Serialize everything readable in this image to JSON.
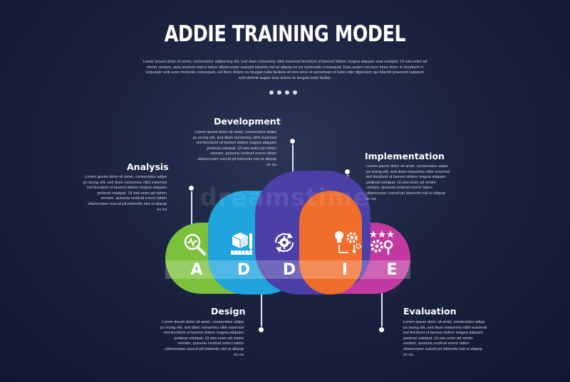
{
  "header": {
    "title": "ADDIE TRAINING MODEL",
    "intro": "Lorem ipsum dolor sit amet, consectetur adipiscing elit, sed diam nonummy nibh euismod tincidunt ut laoreet dolore magna aliquam erat volutpat. Ut wisi enim ad minim veniam, quis nostrud exerci tation ullamcorper suscipit lobortis nisl ut aliquip ex ea commodo consequat. Duis autem vel eum iriure dolor in hendrerit in vulputate velit esse molestie consequat, vel illum dolore eu feugiat nulla facilisis at vero eros et accumsan et iusto odio dignissim qui blandit praesent luptatum zzril delenit augue duis dolore te feugait nulla facilisi."
  },
  "steps": [
    {
      "letter": "A",
      "title": "Analysis",
      "text": "Lorem ipsum dolor sit amet, consectetur adipe ps iscing elit, sed diam nonummy nibh euismod ted tincidunt ut laoreet dolore magna aliquam pederat volutpat. Ut wisi enim ad minim veniam, quiseria nostrud exerci tation ullamcorper suscid pit loboertis nisl ut aliquip ex ea",
      "color": "#7cc13c",
      "icon": "magnifier-chart-icon"
    },
    {
      "letter": "D",
      "title": "Design",
      "text": "Lorem ipsum dolor sit amet, consectetur adipe ps iscing elit, sed diam nonummy nibh euismod ted tincidunt ut laoreet dolore magna aliquam pederat volutpat. Ut wisi enim ad minim veniam, quiseria nostrud exerci tation ullamcorper suscid pit loboertis nisl ut aliquip ex ea",
      "color": "#1fa4dd",
      "icon": "cube-ruler-pencil-icon"
    },
    {
      "letter": "D",
      "title": "Development",
      "text": "Lorem ipsum dolor sit amet, consectetur adipe ps iscing elit, sed diam nonummy nibh euismod ted tincidunt ut laoreet dolore magna aliquam pederat volutpat. Ut wisi enim ad minim veniam, quiseria nostrud exerci tation ullamcorper suscid pit loboertis nisl ut aliquip ex ea",
      "color": "#4b3fa8",
      "icon": "gear-refresh-icon"
    },
    {
      "letter": "I",
      "title": "Implementation",
      "text": "Lorem ipsum dolor sit amet, consectetur adipe ps iscing elit, sed diam nonummy nibh euismod ted tincidunt ut laoreet dolore magna aliquam pederat volutpat. Ut wisi enim ad minim veniam, quiseria nostrud exerci tation ullamcorper suscid pit loboertis nisl ut aliquip ex ea",
      "color": "#f16d2c",
      "icon": "bulb-gears-icon"
    },
    {
      "letter": "E",
      "title": "Evaluation",
      "text": "Lorem ipsum dolor sit amet, consectetur adipe ps iscing elit, sed diam nonummy nibh euismod ted tincidunt ut laoreet dolore magna aliquam pederat volutpat. Ut wisi enim ad minim veniam, quiseria nostrud exerci tation ullamcorper suscid pit loboertis nisl ut aliquip ex ea",
      "color": "#c23aa1",
      "icon": "stars-gear-icon"
    }
  ],
  "watermark": "dreamstime"
}
